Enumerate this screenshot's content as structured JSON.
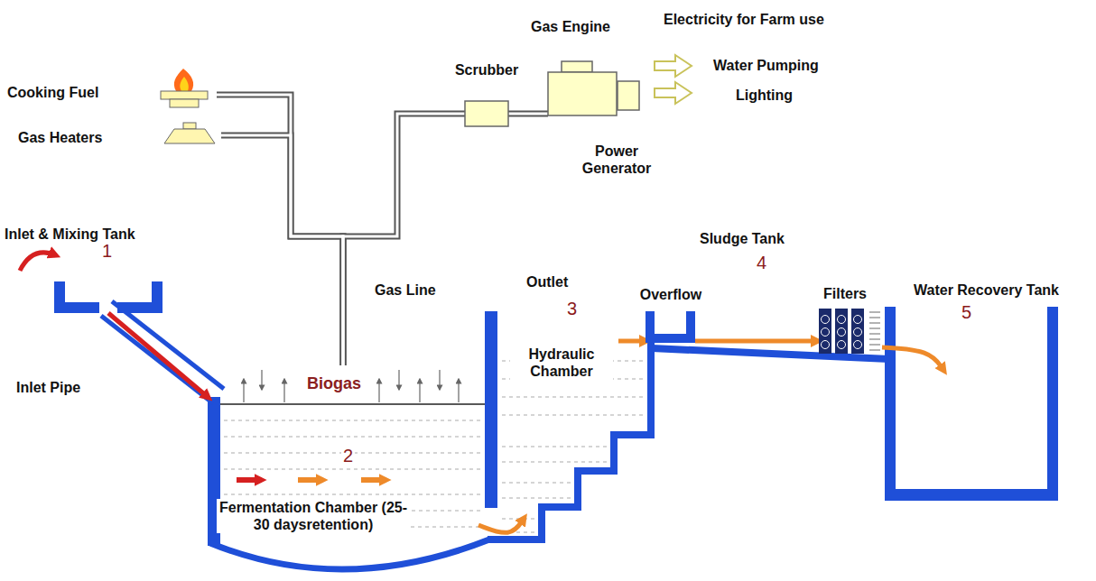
{
  "diagram": {
    "nodes": [
      {
        "text": [
          "Cooking Fuel"
        ]
      },
      {
        "text": [
          "Gas Heaters"
        ]
      },
      {
        "text": [
          "Scrubber"
        ]
      },
      {
        "text": [
          "Gas Engine",
          "Power Generator"
        ]
      },
      {
        "text": [
          "Inlet & Mixing Tank",
          "1"
        ]
      },
      {
        "text": [
          "Biogas",
          "2",
          "Fermentation Chamber (25-30 daysretention)"
        ]
      },
      {
        "text": [
          "Hydraulic Chamber"
        ]
      },
      {
        "text": [
          "Overflow"
        ]
      },
      {
        "text": [
          "Filters"
        ]
      },
      {
        "text": [
          "Water Recovery Tank",
          "5"
        ]
      }
    ],
    "edges": [
      {
        "from": 5,
        "to": 0,
        "arrow": "none"
      },
      {
        "from": 5,
        "to": 1,
        "arrow": "none"
      },
      {
        "from": 5,
        "to": 2,
        "arrow": "none"
      },
      {
        "from": 2,
        "to": 3,
        "arrow": "none"
      },
      {
        "from": 4,
        "to": 5,
        "arrow": "to"
      },
      {
        "from": 5,
        "to": 6,
        "arrow": "to"
      },
      {
        "from": 6,
        "to": 7,
        "arrow": "to"
      },
      {
        "from": 7,
        "to": 8,
        "arrow": "to"
      },
      {
        "from": 8,
        "to": 9,
        "arrow": "to"
      }
    ],
    "labels": [
      "Electricity for Farm use",
      "Water Pumping",
      "Lighting",
      "Inlet Pipe",
      "Gas Line",
      "Outlet",
      "3",
      "Sludge Tank",
      "4"
    ]
  }
}
